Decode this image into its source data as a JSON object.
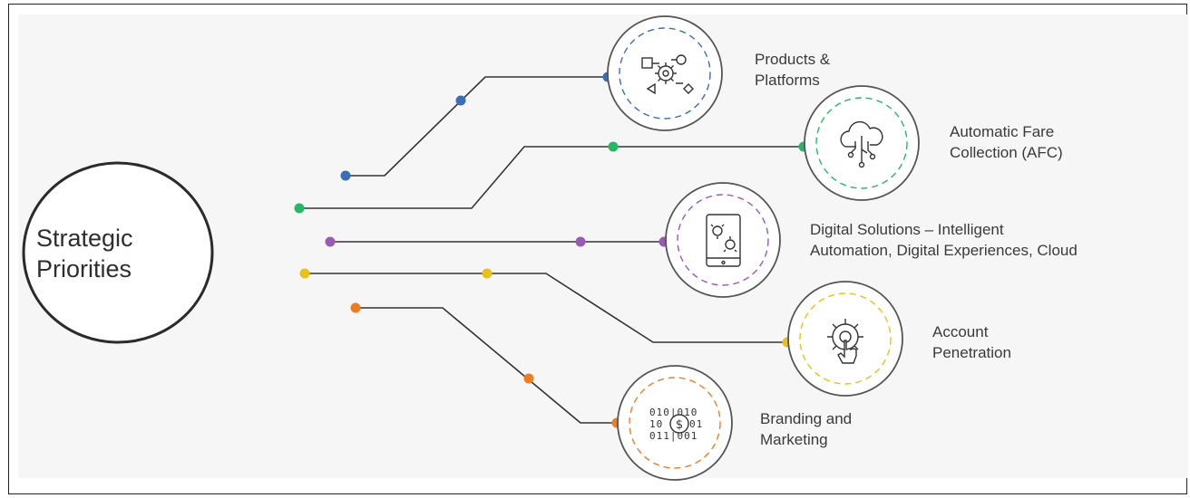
{
  "hub": {
    "label": "Strategic\nPriorities"
  },
  "items": [
    {
      "label": "Products &\nPlatforms",
      "color": "#3a6fb8",
      "icon": "flowchart-gear-icon"
    },
    {
      "label": "Automatic Fare\nCollection (AFC)",
      "color": "#27b866",
      "icon": "cloud-circuit-icon"
    },
    {
      "label": "Digital Solutions – Intelligent\nAutomation, Digital Experiences, Cloud",
      "color": "#9b59b6",
      "icon": "mobile-gear-icon"
    },
    {
      "label": "Account\nPenetration",
      "color": "#e8c21a",
      "icon": "gear-hand-icon"
    },
    {
      "label": "Branding and\nMarketing",
      "color": "#ee7d22",
      "icon": "binary-dollar-icon"
    }
  ]
}
